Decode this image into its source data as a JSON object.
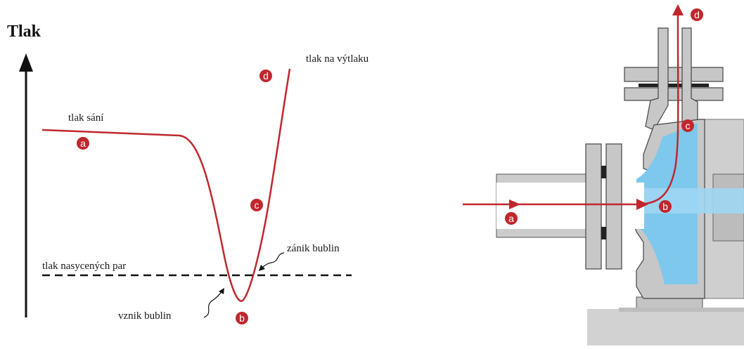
{
  "graph": {
    "title": "Tlak",
    "labels": {
      "suction": "tlak sání",
      "discharge": "tlak na výtlaku",
      "vapor": "tlak nasycených par",
      "collapse": "zánik bublin",
      "formation": "vznik bublin"
    },
    "markers": {
      "a": "a",
      "b": "b",
      "c": "c",
      "d": "d"
    }
  },
  "pump": {
    "markers": {
      "a": "a",
      "b": "b",
      "c": "c",
      "d": "d"
    }
  },
  "colors": {
    "curve": "#c0272d",
    "marker": "#c0272d",
    "water": "#7ec8ee",
    "water_light": "#a9dcf5",
    "metal": "#c8c8c8",
    "metal_dark": "#8c8c8c",
    "ground": "#d0d0d0"
  }
}
